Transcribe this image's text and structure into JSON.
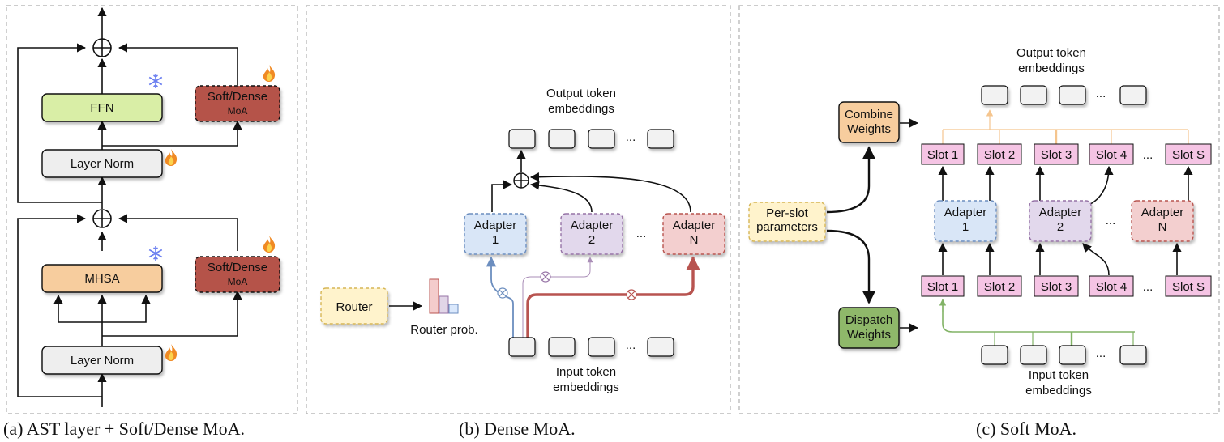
{
  "panel_a": {
    "caption": "(a) AST layer + Soft/Dense MoA.",
    "ffn": "FFN",
    "layer_norm_top": "Layer Norm",
    "layer_norm_bottom": "Layer Norm",
    "mhsa": "MHSA",
    "moa_top": {
      "line1": "Soft/Dense",
      "line2": "MoA"
    },
    "moa_bottom": {
      "line1": "Soft/Dense",
      "line2": "MoA"
    }
  },
  "panel_b": {
    "caption": "(b) Dense MoA.",
    "output_label": [
      "Output token",
      "embeddings"
    ],
    "input_label": [
      "Input token",
      "embeddings"
    ],
    "router": "Router",
    "router_prob": "Router prob.",
    "adapters": [
      {
        "line1": "Adapter",
        "line2": "1"
      },
      {
        "line1": "Adapter",
        "line2": "2"
      },
      {
        "line1": "Adapter",
        "line2": "N"
      }
    ],
    "ellipsis": "..."
  },
  "panel_c": {
    "caption": "(c) Soft MoA.",
    "output_label": [
      "Output token",
      "embeddings"
    ],
    "input_label": [
      "Input token",
      "embeddings"
    ],
    "combine": [
      "Combine",
      "Weights"
    ],
    "dispatch": [
      "Dispatch",
      "Weights"
    ],
    "per_slot": [
      "Per-slot",
      "parameters"
    ],
    "slots": [
      "Slot 1",
      "Slot 2",
      "Slot 3",
      "Slot 4",
      "Slot S"
    ],
    "slots_bottom": [
      "Slot 1",
      "Slot 2",
      "Slot 3",
      "Slot 4",
      "Slot S"
    ],
    "adapters": [
      {
        "line1": "Adapter",
        "line2": "1"
      },
      {
        "line1": "Adapter",
        "line2": "2"
      },
      {
        "line1": "Adapter",
        "line2": "N"
      }
    ],
    "ellipsis": "..."
  },
  "colors": {
    "ffn": "#d9eea6",
    "mhsa": "#f7cd9e",
    "moa": "#b5524a",
    "layer_norm": "#eeeeee",
    "adapter1": "#d9e6f7",
    "adapter2": "#e2d8ec",
    "adapterN": "#f3cfcf",
    "router": "#fff3cc",
    "combine": "#f7cd9e",
    "dispatch": "#8fb86a",
    "slot": "#f5c4e4",
    "blue_path": "#6c8ebf",
    "purple_path": "#9673a6",
    "red_path": "#b85450",
    "green_path": "#82b366",
    "orange_path": "#f5c58e"
  },
  "icons": [
    "snowflake-icon",
    "flame-icon",
    "circle-plus-icon",
    "circle-times-icon"
  ]
}
